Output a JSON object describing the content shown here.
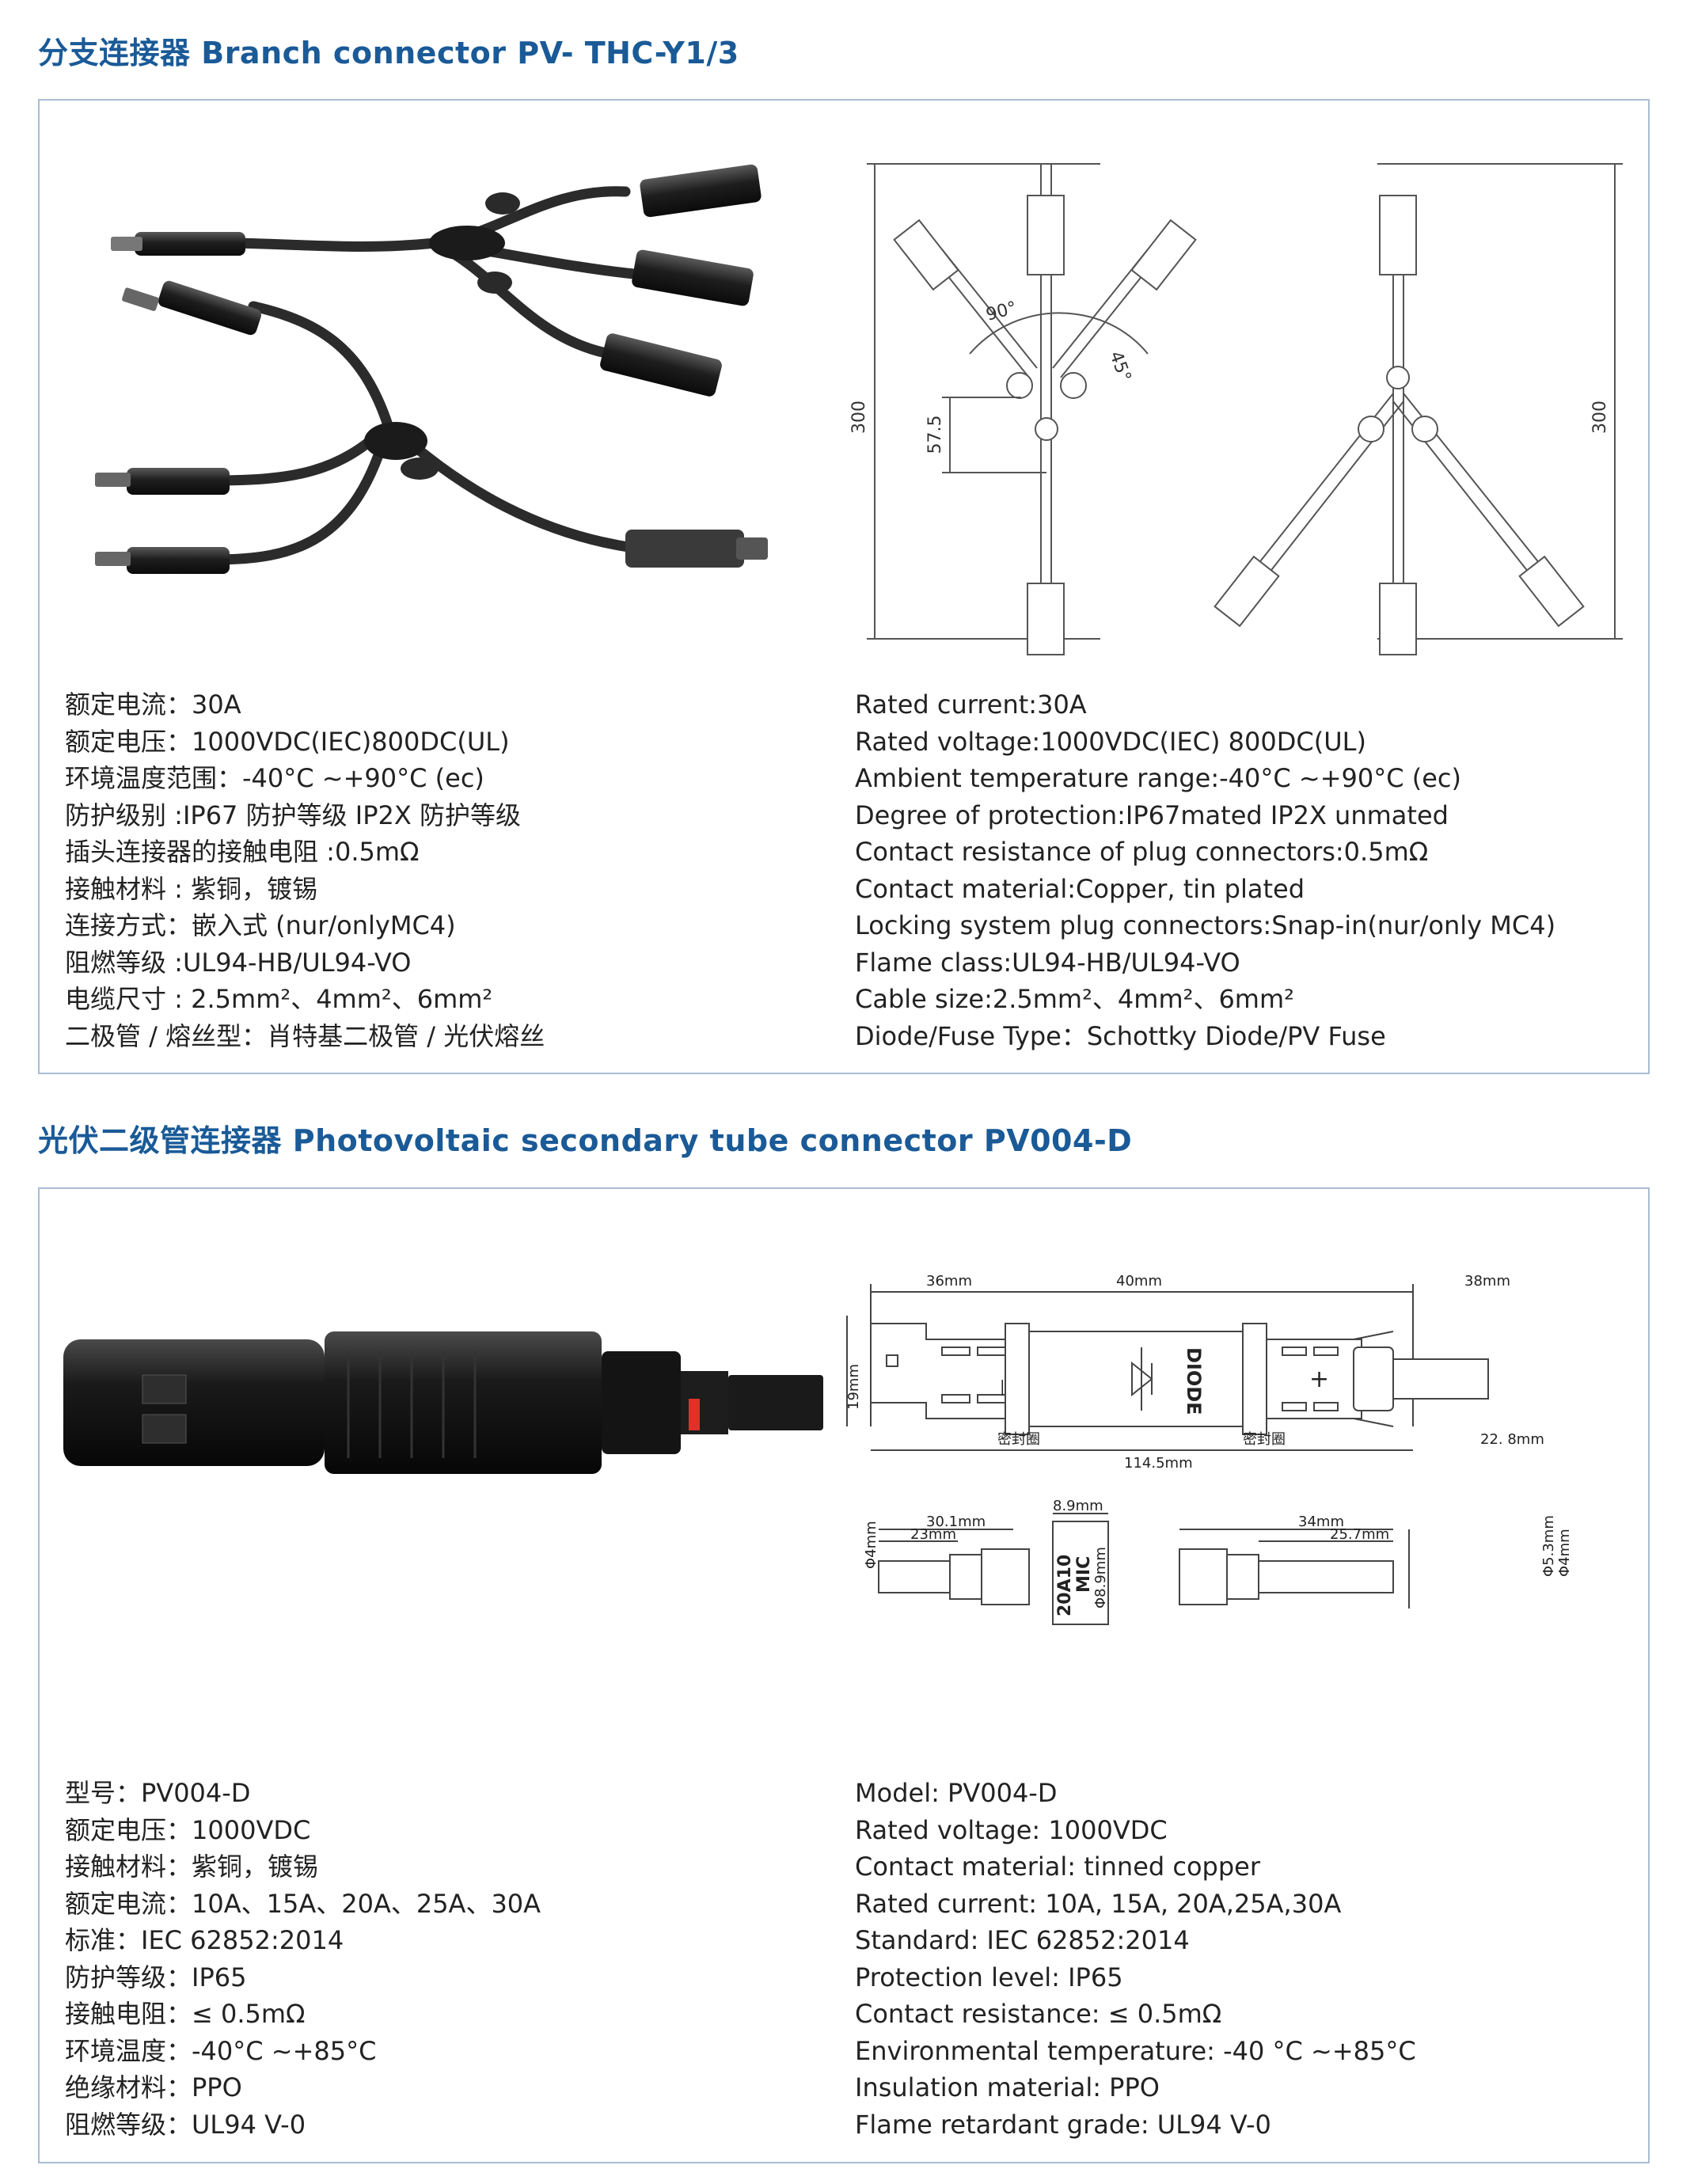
{
  "section1": {
    "title": "分支连接器 Branch connector PV- THC-Y1/3",
    "drawing": {
      "dim_height_left": "300",
      "dim_height_right": "300",
      "dim_offset": "57.5",
      "angle_a": "90°",
      "angle_b": "45°"
    },
    "specs_cn": [
      "额定电流：30A",
      "额定电压：1000VDC(IEC)800DC(UL)",
      "环境温度范围：-40°C ~+90°C (ec)",
      "防护级别 :IP67 防护等级 IP2X 防护等级",
      "插头连接器的接触电阻 :0.5mΩ",
      "接触材料 : 紫铜，镀锡",
      "连接方式：嵌入式 (nur/onlyMC4)",
      "阻燃等级 :UL94-HB/UL94-VO",
      "电缆尺寸 : 2.5mm²、4mm²、6mm²",
      "二极管 / 熔丝型：肖特基二极管 / 光伏熔丝"
    ],
    "specs_en": [
      "Rated current:30A",
      "Rated voltage:1000VDC(IEC) 800DC(UL)",
      "Ambient temperature range:-40°C ~+90°C (ec)",
      "Degree of protection:IP67mated IP2X unmated",
      "Contact resistance of plug connectors:0.5mΩ",
      "Contact material:Copper, tin plated",
      "Locking system plug connectors:Snap-in(nur/only MC4)",
      "Flame class:UL94-HB/UL94-VO",
      "Cable size:2.5mm²、4mm²、6mm²",
      "Diode/Fuse Type：Schottky Diode/PV Fuse"
    ]
  },
  "section2": {
    "title": "光伏二级管连接器 Photovoltaic secondary tube connector PV004-D",
    "drawing": {
      "d36": "36mm",
      "d40": "40mm",
      "d38": "38mm",
      "d19": "19mm",
      "diode": "DIODE",
      "minus": "—",
      "plus": "+",
      "seal_left": "密封圈",
      "seal_right": "密封圈",
      "d228": "22. 8mm",
      "d1145": "114.5mm",
      "d4left": "Φ4mm",
      "d301": "30.1mm",
      "d23": "23mm",
      "d89": "8.9mm",
      "fuse_line1": "20A10",
      "fuse_line2": "MIC",
      "d89b": "Φ8.9mm",
      "d34": "34mm",
      "d257": "25.7mm",
      "d53": "Φ5.3mm",
      "d4right": "Φ4mm"
    },
    "specs_cn": [
      "型号：PV004-D",
      "额定电压：1000VDC",
      "接触材料：紫铜，镀锡",
      "额定电流：10A、15A、20A、25A、30A",
      "标准：IEC 62852:2014",
      "防护等级：IP65",
      "接触电阻：≤ 0.5mΩ",
      "环境温度：-40°C ~+85°C",
      "绝缘材料：PPO",
      "阻燃等级：UL94 V-0"
    ],
    "specs_en": [
      "Model: PV004-D",
      "Rated voltage: 1000VDC",
      "Contact material: tinned copper",
      "Rated current: 10A, 15A, 20A,25A,30A",
      "Standard: IEC 62852:2014",
      "Protection level: IP65",
      "Contact resistance: ≤ 0.5mΩ",
      "Environmental temperature: -40 °C ~+85°C",
      "Insulation material: PPO",
      "Flame retardant grade: UL94 V-0"
    ]
  }
}
